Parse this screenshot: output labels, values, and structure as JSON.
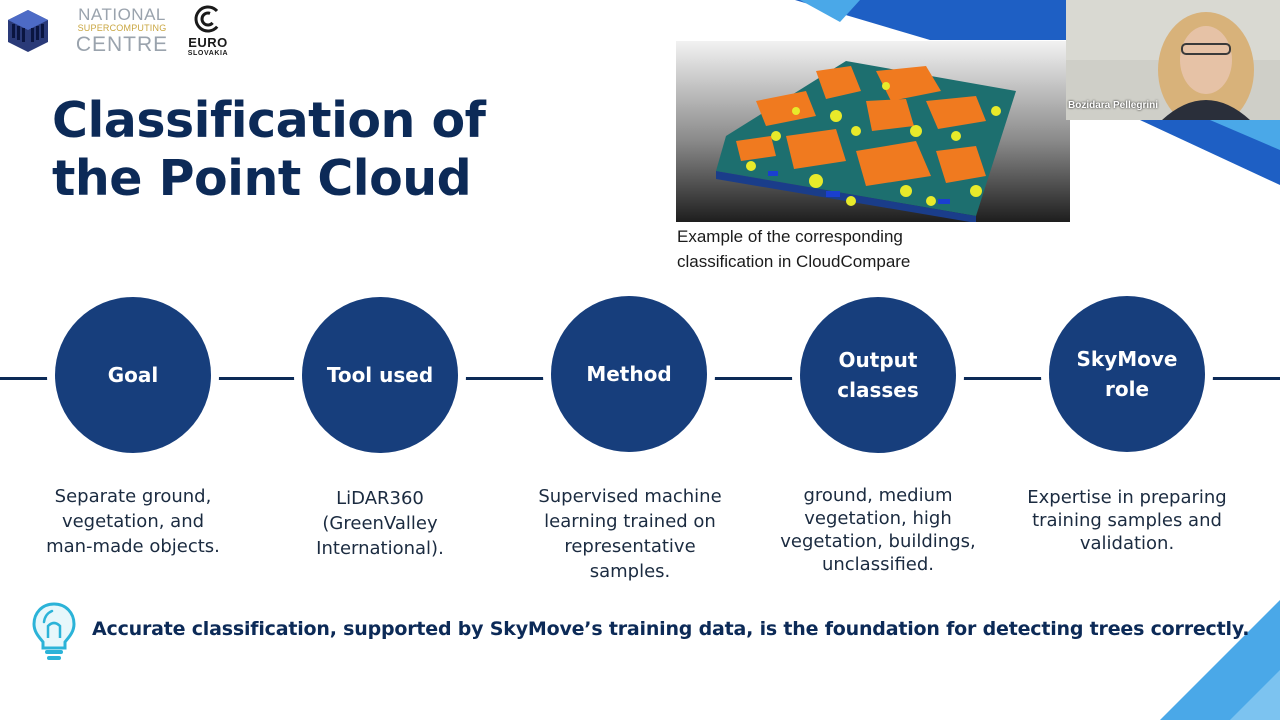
{
  "header": {
    "ncc_logo": {
      "line1": "NATIONAL",
      "line2": "SUPERCOMPUTING",
      "line3": "CENTRE"
    },
    "euro_logo": {
      "line1": "EURO",
      "line2": "SLOVAKIA"
    },
    "cube_logo_icon": "cube-logo-icon"
  },
  "slide": {
    "title_line1": "Classification of",
    "title_line2": "the Point Cloud",
    "image_caption_line1": "Example of the corresponding",
    "image_caption_line2": "classification in CloudCompare",
    "steps": [
      {
        "label_line1": "Goal",
        "label_line2": "",
        "desc": [
          "Separate ground,",
          "vegetation, and",
          "man-made objects."
        ]
      },
      {
        "label_line1": "Tool used",
        "label_line2": "",
        "desc": [
          "LiDAR360",
          "(GreenValley",
          "International)."
        ]
      },
      {
        "label_line1": "Method",
        "label_line2": "",
        "desc": [
          "Supervised machine",
          "learning trained on",
          "representative",
          "samples."
        ]
      },
      {
        "label_line1": "Output",
        "label_line2": "classes",
        "desc": [
          "ground, medium",
          "vegetation, high",
          "vegetation, buildings,",
          "unclassified."
        ]
      },
      {
        "label_line1": "SkyMove",
        "label_line2": "role",
        "desc": [
          "Expertise in preparing",
          "training samples and",
          "validation."
        ]
      }
    ],
    "footer": "Accurate classification, supported by SkyMove’s training data, is the foundation for detecting trees correctly.",
    "footer_icon": "lightbulb-icon"
  },
  "webcam": {
    "participant_name": "Bozidara Pellegrini"
  },
  "colors": {
    "navy": "#0c2a57",
    "circle": "#173e7c",
    "accent_blue": "#1e6fd9",
    "light_blue": "#4aa8e8"
  }
}
